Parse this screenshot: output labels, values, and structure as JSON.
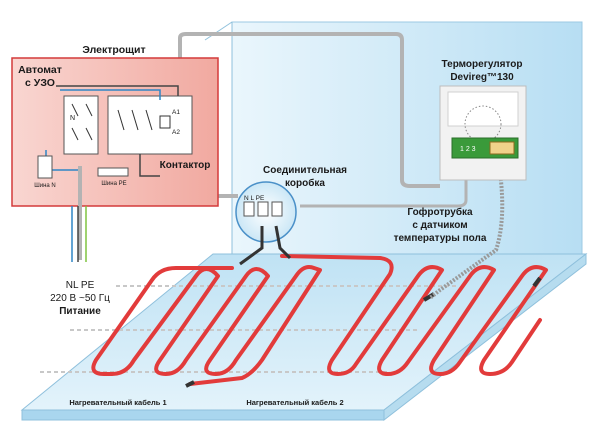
{
  "panel": {
    "title": "Электрощит",
    "breaker_label_1": "Автомат",
    "breaker_label_2": "с УЗО",
    "contactor_label": "Контактор",
    "bus_n_label": "Шина N",
    "bus_pe_label": "Шина PE",
    "terminal_n": "N",
    "terminal_a1": "A1",
    "terminal_a2": "A2"
  },
  "thermostat": {
    "label_1": "Терморегулятор",
    "label_2": "Devireg™130",
    "terminals": "1 2 3"
  },
  "junction_box": {
    "label_1": "Соединительная",
    "label_2": "коробка",
    "terminals": "N  L  PE"
  },
  "conduit": {
    "label_1": "Гофротрубка",
    "label_2": "с датчиком",
    "label_3": "температуры пола"
  },
  "supply": {
    "wires": "NL  PE",
    "voltage": "220 В ~50 Гц",
    "label": "Питание"
  },
  "cables": {
    "cable_1": "Нагревательный кабель 1",
    "cable_2": "Нагревательный кабель 2"
  },
  "colors": {
    "panel_fill": "#f6c3bd",
    "panel_border": "#d43a3a",
    "wall_fill": "#cfe8f6",
    "floor_fill": "#c9e6f4",
    "heating_cable": "#e23b3b",
    "cable_gray": "#b3b3b3",
    "wire_blue": "#2f86c6",
    "wire_green": "#7fc241"
  }
}
